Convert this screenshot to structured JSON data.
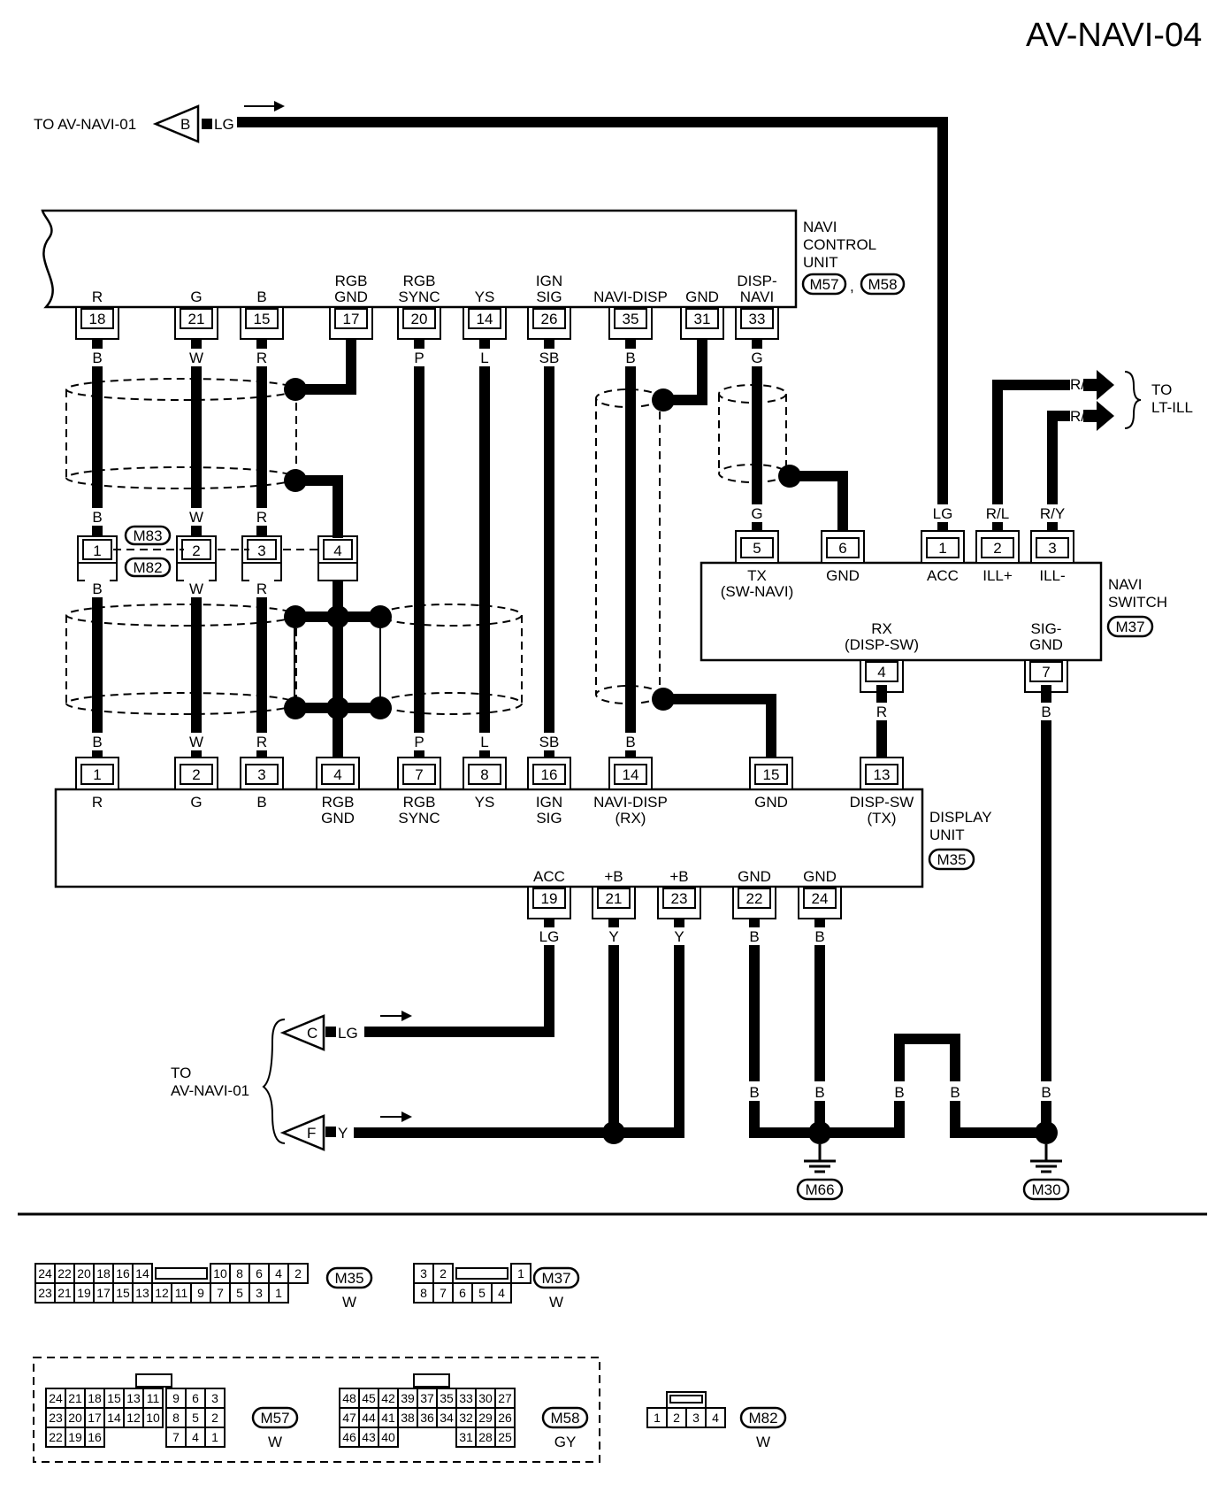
{
  "title": "AV-NAVI-04",
  "top_feed": {
    "to": "TO AV-NAVI-01",
    "connector": "B",
    "wire": "LG"
  },
  "navi_control_unit": {
    "label": [
      "NAVI",
      "CONTROL",
      "UNIT"
    ],
    "connectors": [
      "M57",
      "M58"
    ],
    "sep": ",",
    "pins": [
      {
        "pin": "18",
        "name": [
          "R"
        ],
        "color": "B"
      },
      {
        "pin": "21",
        "name": [
          "G"
        ],
        "color": "W"
      },
      {
        "pin": "15",
        "name": [
          "B"
        ],
        "color": "R"
      },
      {
        "pin": "17",
        "name": [
          "RGB",
          "GND"
        ],
        "color": ""
      },
      {
        "pin": "20",
        "name": [
          "RGB",
          "SYNC"
        ],
        "color": "P"
      },
      {
        "pin": "14",
        "name": [
          "YS"
        ],
        "color": "L"
      },
      {
        "pin": "26",
        "name": [
          "IGN",
          "SIG"
        ],
        "color": "SB"
      },
      {
        "pin": "35",
        "name": [
          "NAVI-DISP"
        ],
        "color": "B"
      },
      {
        "pin": "31",
        "name": [
          "GND"
        ],
        "color": ""
      },
      {
        "pin": "33",
        "name": [
          "DISP-",
          "NAVI"
        ],
        "color": "G"
      }
    ]
  },
  "joint": {
    "upper": "M83",
    "lower": "M82",
    "pins": [
      "1",
      "2",
      "3",
      "4"
    ],
    "upper_colors": [
      "B",
      "W",
      "R"
    ],
    "lower_colors": [
      "B",
      "W",
      "R"
    ]
  },
  "navi_switch": {
    "label": [
      "NAVI",
      "SWITCH"
    ],
    "connector": "M37",
    "top_pins": [
      {
        "pin": "5",
        "name": [
          "TX",
          "(SW-NAVI)"
        ],
        "color": "G"
      },
      {
        "pin": "6",
        "name": [
          "GND"
        ],
        "color": ""
      },
      {
        "pin": "1",
        "name": [
          "ACC"
        ],
        "color": "LG"
      },
      {
        "pin": "2",
        "name": [
          "ILL+"
        ],
        "color": "R/L"
      },
      {
        "pin": "3",
        "name": [
          "ILL-"
        ],
        "color": "R/Y"
      }
    ],
    "bottom_pins": [
      {
        "pin": "4",
        "name": [
          "RX",
          "(DISP-SW)"
        ],
        "color": "R"
      },
      {
        "pin": "7",
        "name": [
          "SIG-",
          "GND"
        ],
        "color": "B"
      }
    ]
  },
  "lt_ill": {
    "to": [
      "TO",
      "LT-ILL"
    ],
    "wires": [
      "R/L",
      "R/Y"
    ]
  },
  "display_unit": {
    "label": [
      "DISPLAY",
      "UNIT"
    ],
    "connector": "M35",
    "top_pins": [
      {
        "pin": "1",
        "name": [
          "R"
        ],
        "color": "B"
      },
      {
        "pin": "2",
        "name": [
          "G"
        ],
        "color": "W"
      },
      {
        "pin": "3",
        "name": [
          "B"
        ],
        "color": "R"
      },
      {
        "pin": "4",
        "name": [
          "RGB",
          "GND"
        ],
        "color": ""
      },
      {
        "pin": "7",
        "name": [
          "RGB",
          "SYNC"
        ],
        "color": "P"
      },
      {
        "pin": "8",
        "name": [
          "YS"
        ],
        "color": "L"
      },
      {
        "pin": "16",
        "name": [
          "IGN",
          "SIG"
        ],
        "color": "SB"
      },
      {
        "pin": "14",
        "name": [
          "NAVI-DISP",
          "(RX)"
        ],
        "color": "B"
      },
      {
        "pin": "15",
        "name": [
          "GND"
        ],
        "color": ""
      },
      {
        "pin": "13",
        "name": [
          "DISP-SW",
          "(TX)"
        ],
        "color": ""
      }
    ],
    "bottom_pins": [
      {
        "pin": "19",
        "name": "ACC",
        "color": "LG"
      },
      {
        "pin": "21",
        "name": "+B",
        "color": "Y"
      },
      {
        "pin": "23",
        "name": "+B",
        "color": "Y"
      },
      {
        "pin": "22",
        "name": "GND",
        "color": "B"
      },
      {
        "pin": "24",
        "name": "GND",
        "color": "B"
      }
    ]
  },
  "bottom_feed": {
    "to": [
      "TO",
      "AV-NAVI-01"
    ],
    "c": {
      "connector": "C",
      "wire": "LG"
    },
    "f": {
      "connector": "F",
      "wire": "Y"
    }
  },
  "ground_wires": [
    "B",
    "B",
    "B",
    "B",
    "B"
  ],
  "grounds": [
    "M66",
    "M30"
  ],
  "connector_views": {
    "m35": {
      "id": "M35",
      "color": "W",
      "row1": [
        "24",
        "22",
        "20",
        "18",
        "16",
        "14",
        "10",
        "8",
        "6",
        "4",
        "2"
      ],
      "row2": [
        "23",
        "21",
        "19",
        "17",
        "15",
        "13",
        "12",
        "11",
        "9",
        "7",
        "5",
        "3",
        "1"
      ]
    },
    "m37": {
      "id": "M37",
      "color": "W",
      "row1": [
        "3",
        "2",
        "1"
      ],
      "row2": [
        "8",
        "7",
        "6",
        "5",
        "4"
      ]
    },
    "m57": {
      "id": "M57",
      "color": "W",
      "row1": [
        "24",
        "21",
        "18",
        "15",
        "13",
        "11",
        "9",
        "6",
        "3"
      ],
      "row2": [
        "23",
        "20",
        "17",
        "14",
        "12",
        "10",
        "8",
        "5",
        "2"
      ],
      "row3": [
        "22",
        "19",
        "16",
        "7",
        "4",
        "1"
      ]
    },
    "m58": {
      "id": "M58",
      "color": "GY",
      "row1": [
        "48",
        "45",
        "42",
        "39",
        "37",
        "35",
        "33",
        "30",
        "27"
      ],
      "row2": [
        "47",
        "44",
        "41",
        "38",
        "36",
        "34",
        "32",
        "29",
        "26"
      ],
      "row3": [
        "46",
        "43",
        "40",
        "31",
        "28",
        "25"
      ]
    },
    "m82": {
      "id": "M82",
      "color": "W",
      "row1": [
        "1",
        "2",
        "3",
        "4"
      ]
    }
  }
}
